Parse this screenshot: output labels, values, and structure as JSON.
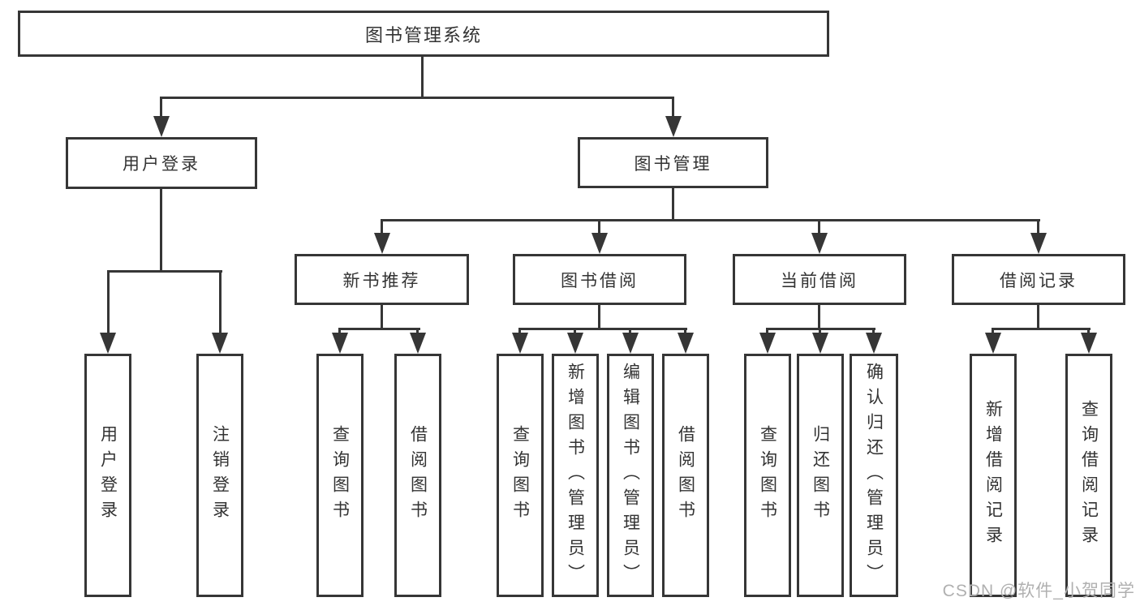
{
  "nodes": {
    "root": "图书管理系统",
    "user_login": "用户登录",
    "book_mgmt": "图书管理",
    "new_books": "新书推荐",
    "book_borrow": "图书借阅",
    "current_borrow": "当前借阅",
    "borrow_records": "借阅记录",
    "user_login_children": [
      "用户登录",
      "注销登录"
    ],
    "new_books_children": [
      "查询图书",
      "借阅图书"
    ],
    "book_borrow_children": [
      "查询图书",
      "新增图书（管理员）",
      "编辑图书（管理员）",
      "借阅图书"
    ],
    "current_borrow_children": [
      "查询图书",
      "归还图书",
      "确认归还（管理员）"
    ],
    "borrow_records_children": [
      "新增借阅记录",
      "查询借阅记录"
    ]
  },
  "watermark": "CSDN @软件_小贺同学",
  "colors": {
    "line": "#363636",
    "text": "#333333",
    "watermark": "#b0b0b0",
    "background": "#ffffff"
  }
}
